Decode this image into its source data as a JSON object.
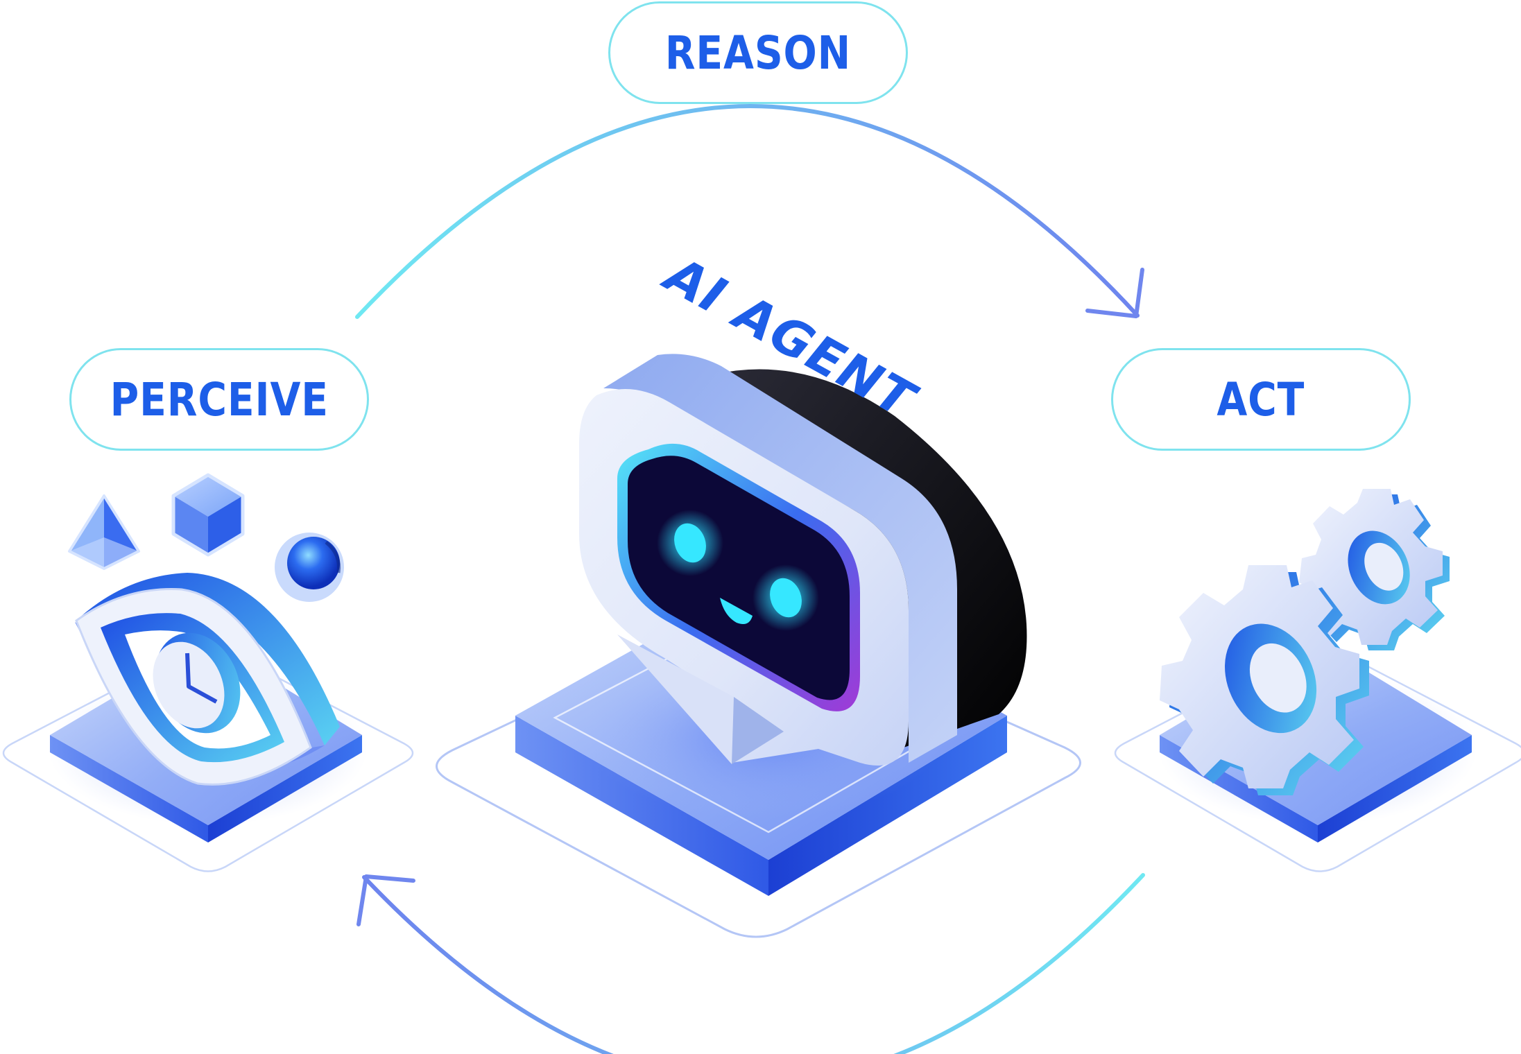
{
  "diagram": {
    "title": "AI AGENT",
    "stages": {
      "reason": "REASON",
      "perceive": "PERCEIVE",
      "act": "ACT"
    },
    "icons": {
      "center": "robot-chat-bubble-icon",
      "left": "eye-icon",
      "right": "gears-icon",
      "shapes": [
        "pyramid-icon",
        "cube-icon",
        "sphere-icon"
      ],
      "arrows": [
        "arrow-reason-to-act-icon",
        "arrow-act-to-perceive-icon"
      ]
    },
    "colors": {
      "accent_blue": "#1d5ee8",
      "pill_border": "#7fe3ee",
      "arrow_cyan": "#6fe6f1",
      "arrow_blue": "#6f86ee",
      "screen_dark": "#0c0838",
      "eye_glow": "#2de3ff"
    }
  }
}
